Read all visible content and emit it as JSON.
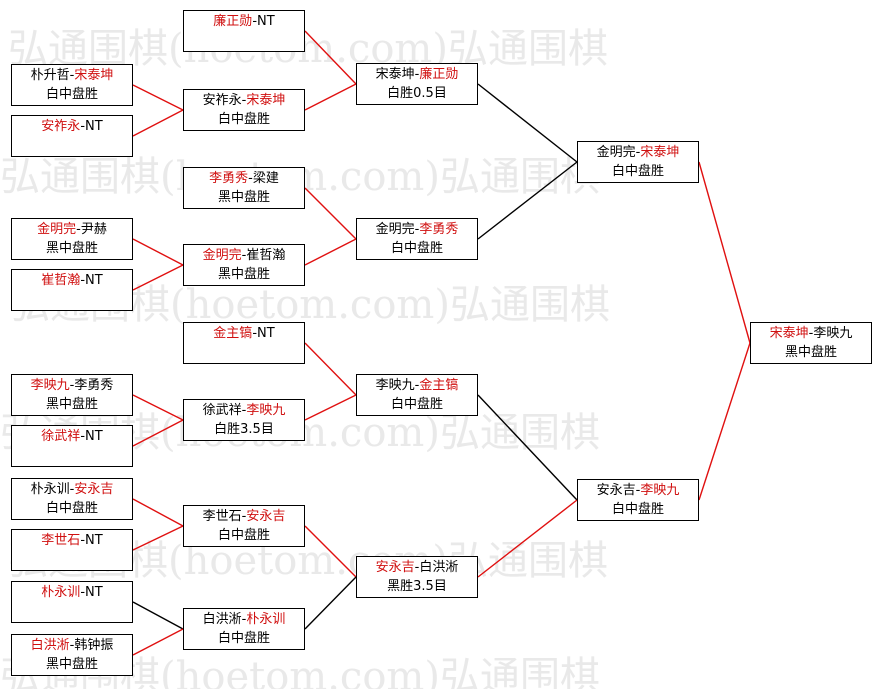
{
  "watermark_text": "弘通围棋(hoetom.com)弘通围棋",
  "colors": {
    "winner": "#d01010",
    "loser_line": "#000000",
    "winner_line": "#e01010"
  },
  "rounds": {
    "r1": [
      {
        "p1": "朴升哲",
        "p2": "宋泰坤",
        "winner": 2,
        "result": "白中盘胜"
      },
      {
        "p1": "安祚永",
        "p2": "NT",
        "winner": 1,
        "result": ""
      },
      {
        "p1": "金明完",
        "p2": "尹赫",
        "winner": 1,
        "result": "黑中盘胜"
      },
      {
        "p1": "崔哲瀚",
        "p2": "NT",
        "winner": 1,
        "result": ""
      },
      {
        "p1": "李映九",
        "p2": "李勇秀",
        "winner": 1,
        "result": "黑中盘胜"
      },
      {
        "p1": "徐武祥",
        "p2": "NT",
        "winner": 1,
        "result": ""
      },
      {
        "p1": "朴永训",
        "p2": "安永吉",
        "winner": 2,
        "result": "白中盘胜"
      },
      {
        "p1": "李世石",
        "p2": "NT",
        "winner": 1,
        "result": ""
      },
      {
        "p1": "朴永训",
        "p2": "NT",
        "winner": 1,
        "result": ""
      },
      {
        "p1": "白洪淅",
        "p2": "韩钟振",
        "winner": 1,
        "result": "黑中盘胜"
      }
    ],
    "r2": [
      {
        "p1": "廉正勋",
        "p2": "NT",
        "winner": 1,
        "result": ""
      },
      {
        "p1": "安祚永",
        "p2": "宋泰坤",
        "winner": 2,
        "result": "白中盘胜"
      },
      {
        "p1": "李勇秀",
        "p2": "梁建",
        "winner": 1,
        "result": "黑中盘胜"
      },
      {
        "p1": "金明完",
        "p2": "崔哲瀚",
        "winner": 1,
        "result": "黑中盘胜"
      },
      {
        "p1": "金主镐",
        "p2": "NT",
        "winner": 1,
        "result": ""
      },
      {
        "p1": "徐武祥",
        "p2": "李映九",
        "winner": 2,
        "result": "白胜3.5目"
      },
      {
        "p1": "李世石",
        "p2": "安永吉",
        "winner": 2,
        "result": "白中盘胜"
      },
      {
        "p1": "白洪淅",
        "p2": "朴永训",
        "winner": 2,
        "result": "白中盘胜"
      }
    ],
    "r3": [
      {
        "p1": "宋泰坤",
        "p2": "廉正勋",
        "winner": 2,
        "result": "白胜0.5目"
      },
      {
        "p1": "金明完",
        "p2": "李勇秀",
        "winner": 2,
        "result": "白中盘胜"
      },
      {
        "p1": "李映九",
        "p2": "金主镐",
        "winner": 2,
        "result": "白中盘胜"
      },
      {
        "p1": "安永吉",
        "p2": "白洪淅",
        "winner": 1,
        "result": "黑胜3.5目"
      }
    ],
    "r4": [
      {
        "p1": "金明完",
        "p2": "宋泰坤",
        "winner": 2,
        "result": "白中盘胜"
      },
      {
        "p1": "安永吉",
        "p2": "李映九",
        "winner": 2,
        "result": "白中盘胜"
      }
    ],
    "final": [
      {
        "p1": "宋泰坤",
        "p2": "李映九",
        "winner": 1,
        "result": "黑中盘胜"
      }
    ]
  }
}
